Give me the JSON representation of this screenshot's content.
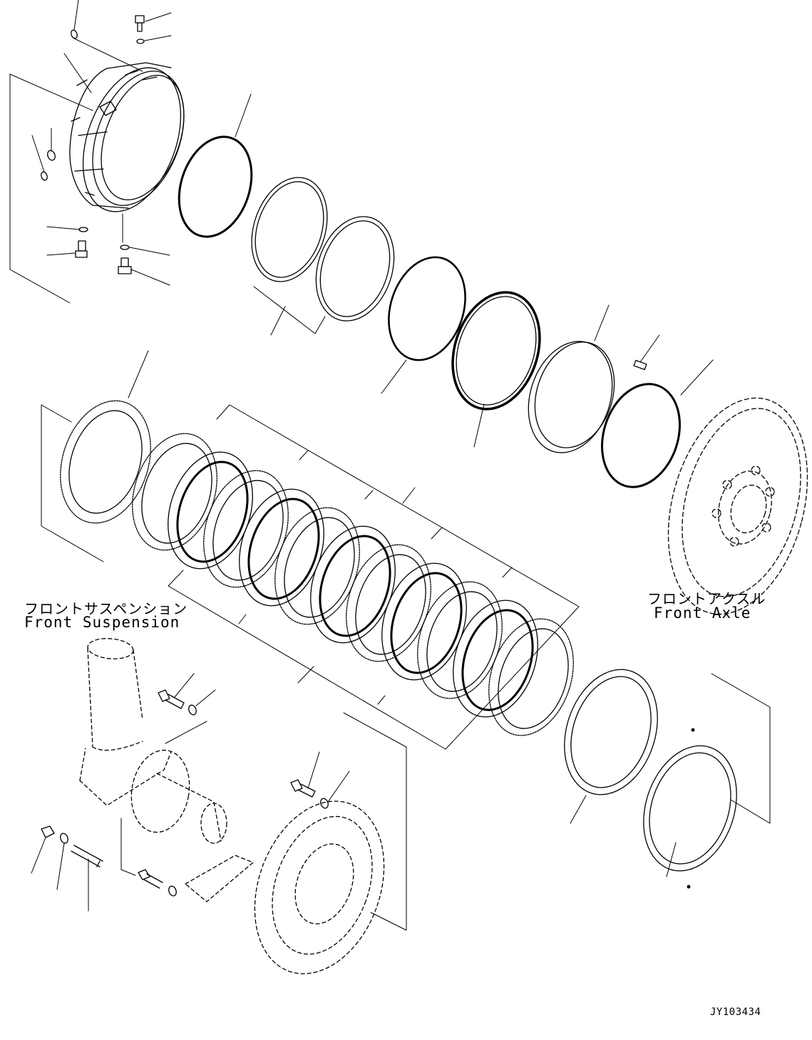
{
  "labels": {
    "front_suspension_ja": "フロントサスペンション",
    "front_suspension_en": "Front Suspension",
    "front_axle_ja": "フロントアクスル",
    "front_axle_en": "Front Axle",
    "drawing_code": "JY103434"
  }
}
